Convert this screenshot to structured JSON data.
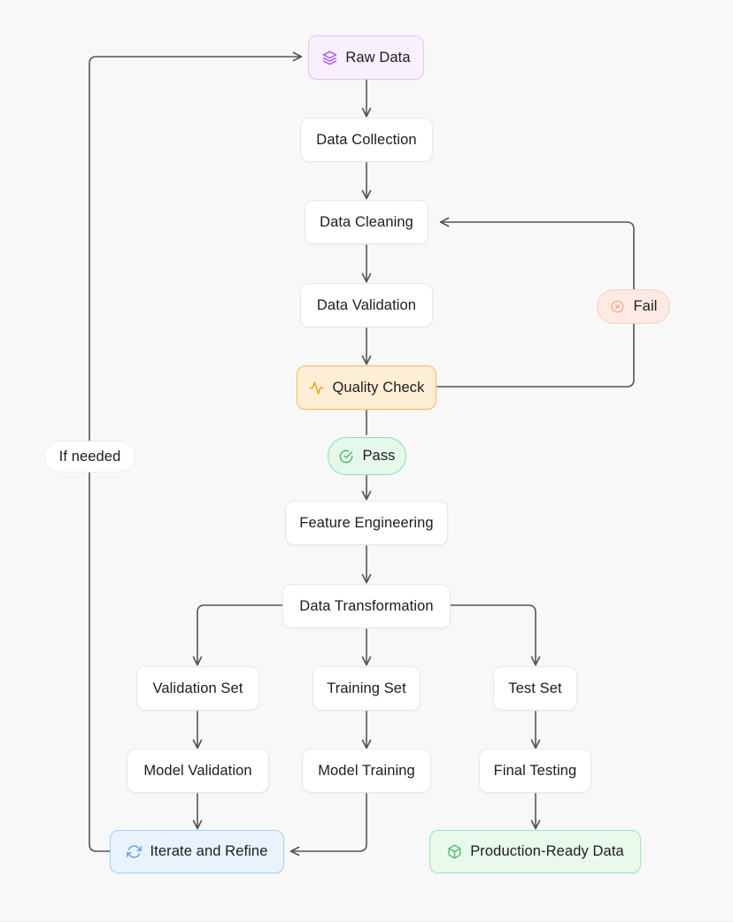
{
  "diagram": {
    "title": "Data Pipeline Flowchart",
    "background_color": "#f8f8f8",
    "edge_color": "#555555",
    "type": "flowchart"
  },
  "nodes": {
    "raw_data": {
      "label": "Raw Data",
      "icon": "layers-icon",
      "accent": "#a855f7"
    },
    "data_collection": {
      "label": "Data Collection",
      "icon": "none",
      "accent": "#1c1c1e"
    },
    "data_cleaning": {
      "label": "Data Cleaning",
      "icon": "none",
      "accent": "#1c1c1e"
    },
    "data_validation": {
      "label": "Data Validation",
      "icon": "none",
      "accent": "#1c1c1e"
    },
    "quality_check": {
      "label": "Quality Check",
      "icon": "activity-icon",
      "accent": "#f59e0b"
    },
    "fail": {
      "label": "Fail",
      "icon": "x-circle-icon",
      "accent": "#f6a48a"
    },
    "pass": {
      "label": "Pass",
      "icon": "check-circle-icon",
      "accent": "#3fb862"
    },
    "if_needed": {
      "label": "If needed",
      "icon": "none",
      "accent": "#1c1c1e"
    },
    "feature_engineering": {
      "label": "Feature Engineering",
      "icon": "none",
      "accent": "#1c1c1e"
    },
    "data_transformation": {
      "label": "Data Transformation",
      "icon": "none",
      "accent": "#1c1c1e"
    },
    "validation_set": {
      "label": "Validation Set",
      "icon": "none",
      "accent": "#1c1c1e"
    },
    "training_set": {
      "label": "Training Set",
      "icon": "none",
      "accent": "#1c1c1e"
    },
    "test_set": {
      "label": "Test Set",
      "icon": "none",
      "accent": "#1c1c1e"
    },
    "model_validation": {
      "label": "Model Validation",
      "icon": "none",
      "accent": "#1c1c1e"
    },
    "model_training": {
      "label": "Model Training",
      "icon": "none",
      "accent": "#1c1c1e"
    },
    "final_testing": {
      "label": "Final Testing",
      "icon": "none",
      "accent": "#1c1c1e"
    },
    "iterate_refine": {
      "label": "Iterate and Refine",
      "icon": "refresh-icon",
      "accent": "#5fa3e8"
    },
    "production_ready": {
      "label": "Production-Ready Data",
      "icon": "box-icon",
      "accent": "#4fbd6d"
    }
  },
  "edges": [
    {
      "from": "raw_data",
      "to": "data_collection",
      "label": ""
    },
    {
      "from": "data_collection",
      "to": "data_cleaning",
      "label": ""
    },
    {
      "from": "data_cleaning",
      "to": "data_validation",
      "label": ""
    },
    {
      "from": "data_validation",
      "to": "quality_check",
      "label": ""
    },
    {
      "from": "quality_check",
      "to": "data_cleaning",
      "label": "Fail"
    },
    {
      "from": "quality_check",
      "to": "feature_engineering",
      "label": "Pass"
    },
    {
      "from": "feature_engineering",
      "to": "data_transformation",
      "label": ""
    },
    {
      "from": "data_transformation",
      "to": "validation_set",
      "label": ""
    },
    {
      "from": "data_transformation",
      "to": "training_set",
      "label": ""
    },
    {
      "from": "data_transformation",
      "to": "test_set",
      "label": ""
    },
    {
      "from": "validation_set",
      "to": "model_validation",
      "label": ""
    },
    {
      "from": "training_set",
      "to": "model_training",
      "label": ""
    },
    {
      "from": "test_set",
      "to": "final_testing",
      "label": ""
    },
    {
      "from": "model_validation",
      "to": "iterate_refine",
      "label": ""
    },
    {
      "from": "model_training",
      "to": "iterate_refine",
      "label": ""
    },
    {
      "from": "final_testing",
      "to": "production_ready",
      "label": ""
    },
    {
      "from": "iterate_refine",
      "to": "raw_data",
      "label": "If needed"
    }
  ]
}
